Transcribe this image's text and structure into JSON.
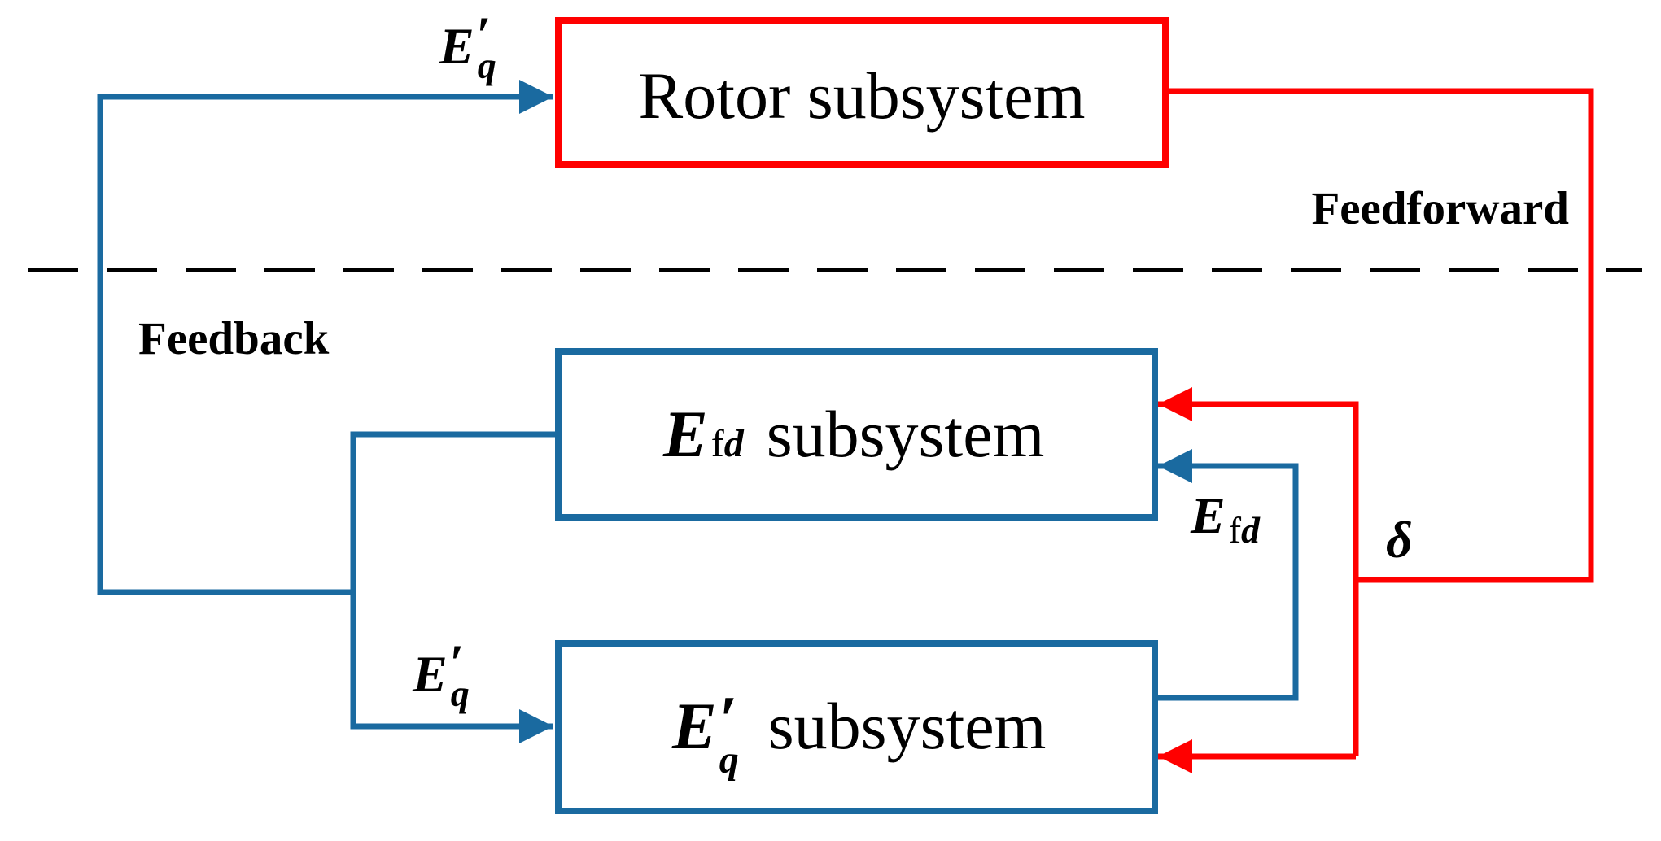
{
  "colors": {
    "feedforward": "#ff0000",
    "feedback": "#1a6aa0",
    "divider": "#000000",
    "background": "#ffffff"
  },
  "blocks": {
    "rotor": {
      "label": "Rotor subsystem"
    },
    "efd": {
      "symbol": "E",
      "subscript_upright": "f",
      "subscript_italic": "d",
      "label": "subsystem"
    },
    "eq": {
      "symbol": "E",
      "prime": "′",
      "subscript": "q",
      "label": "subsystem"
    }
  },
  "regions": {
    "feedforward": "Feedforward",
    "feedback": "Feedback"
  },
  "signals": {
    "eq_to_rotor": {
      "symbol": "E",
      "prime": "′",
      "subscript": "q"
    },
    "eq_to_eq_block": {
      "symbol": "E",
      "prime": "′",
      "subscript": "q"
    },
    "efd_feedback": {
      "symbol": "E",
      "subscript_upright": "f",
      "subscript_italic": "d"
    },
    "delta": {
      "symbol": "δ"
    }
  },
  "icons": {
    "arrowhead": "arrowhead-icon"
  }
}
